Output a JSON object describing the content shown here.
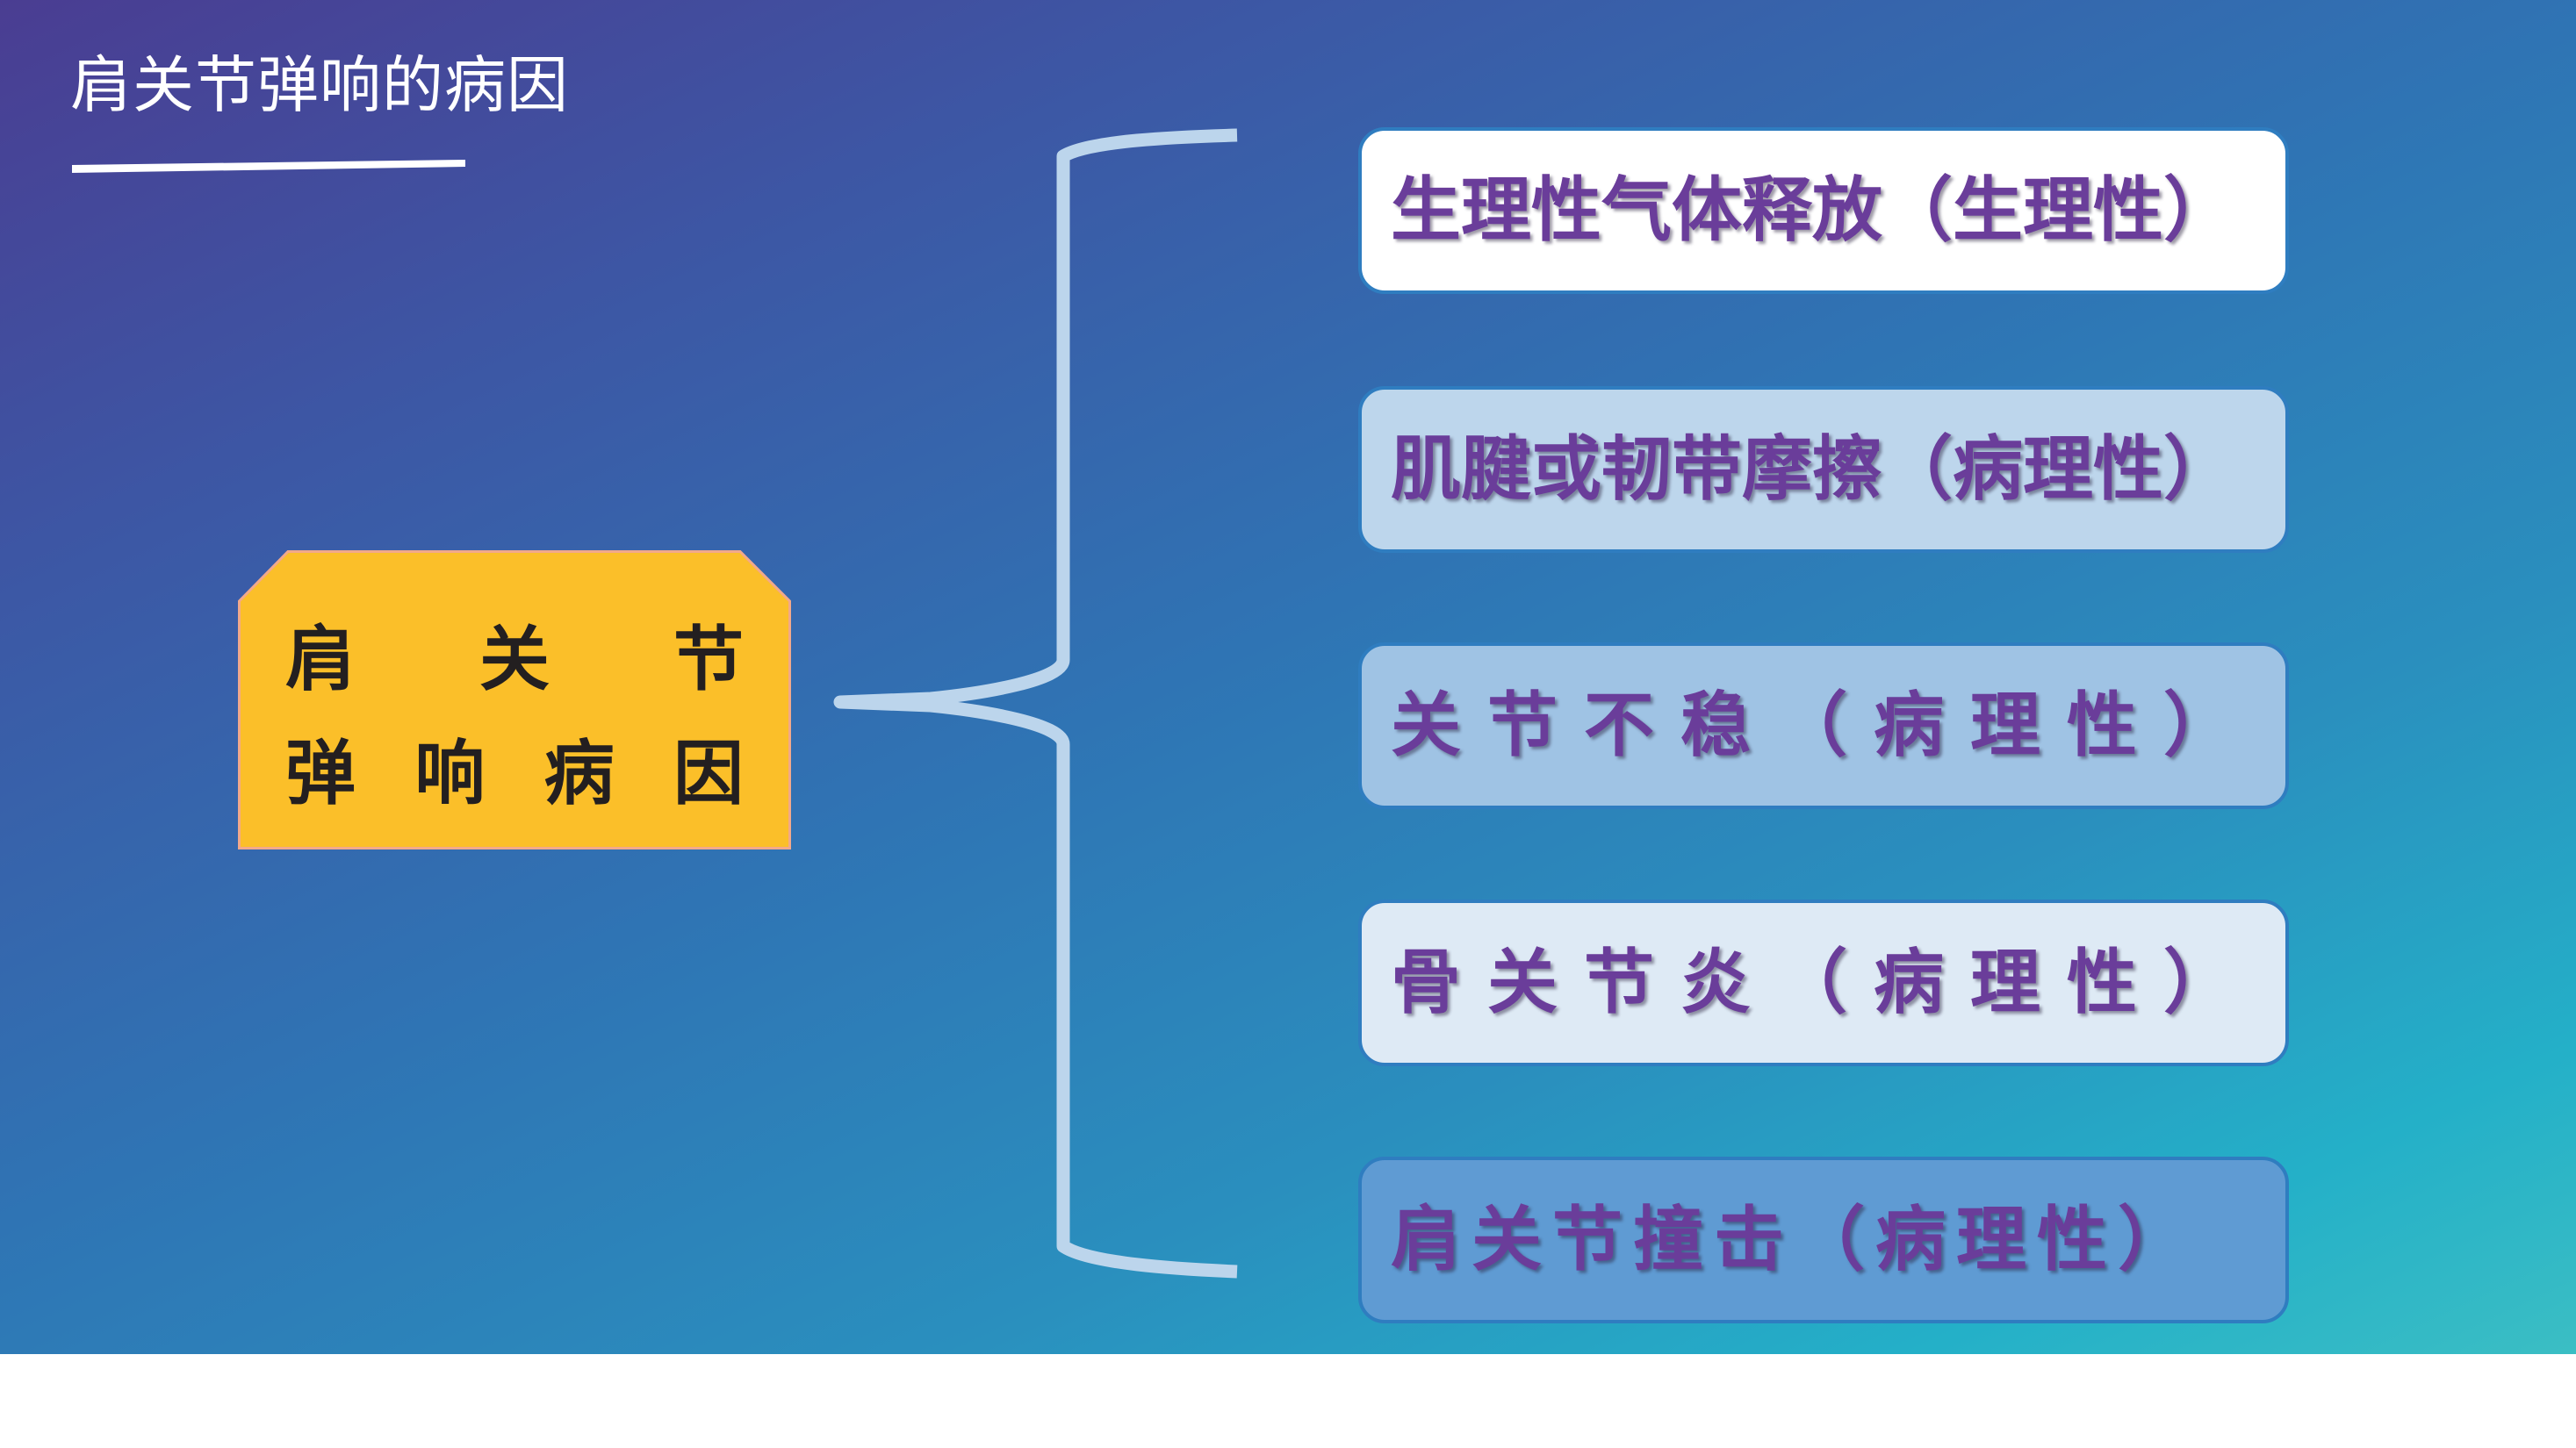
{
  "slide": {
    "title": "肩关节弹响的病因",
    "colors": {
      "gradient_top_left": "#4a3d92",
      "gradient_bottom_right": "#3bbec4",
      "title_text": "#ffffff",
      "center_fill": "#fbbf29",
      "center_outline": "#f2a98a",
      "center_text": "#231f20",
      "brace": "#bcd5ec",
      "cause_text": "#6a3d9a",
      "cause_border": "#2f7dc0"
    }
  },
  "center_node": {
    "label": "肩关节弹响病因",
    "lines": [
      [
        "肩",
        "关",
        "节"
      ],
      [
        "弹",
        "响",
        "病",
        "因"
      ]
    ]
  },
  "causes": [
    {
      "label": "生理性气体释放（生理性）",
      "type": "生理性",
      "fill": "#ffffff"
    },
    {
      "label": "肌腱或韧带摩擦（病理性）",
      "type": "病理性",
      "fill": "#bdd6ec"
    },
    {
      "label": "关节不稳（病理性）",
      "type": "病理性",
      "fill": "#9fc3e4"
    },
    {
      "label": "骨关节炎（病理性）",
      "type": "病理性",
      "fill": "#deeaf5"
    },
    {
      "label": "肩关节撞击（病理性）",
      "type": "病理性",
      "fill": "#5f9bd3"
    }
  ]
}
